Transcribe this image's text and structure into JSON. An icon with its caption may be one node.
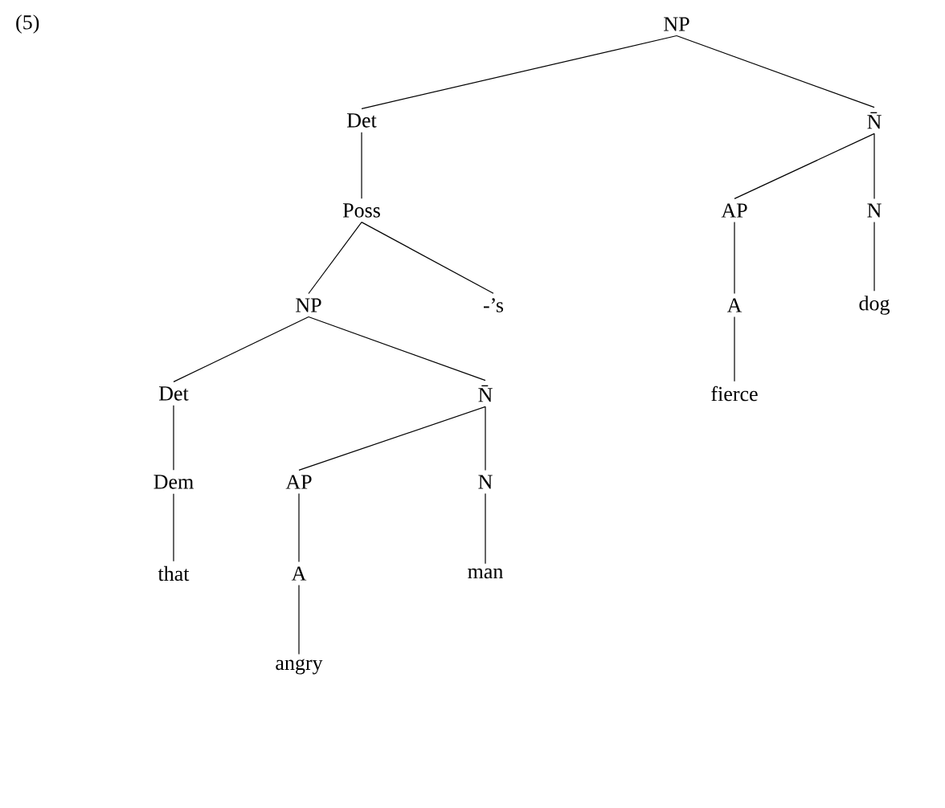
{
  "diagram": {
    "nodes": [
      {
        "text": [
          "NP"
        ]
      },
      {
        "text": [
          "Det"
        ]
      },
      {
        "text": [
          "N̄"
        ]
      },
      {
        "text": [
          "Poss"
        ]
      },
      {
        "text": [
          "AP"
        ]
      },
      {
        "text": [
          "N"
        ]
      },
      {
        "text": [
          "NP"
        ]
      },
      {
        "text": [
          "-’s"
        ]
      },
      {
        "text": [
          "A"
        ]
      },
      {
        "text": [
          "dog"
        ]
      },
      {
        "text": [
          "Det"
        ]
      },
      {
        "text": [
          "N̄"
        ]
      },
      {
        "text": [
          "fierce"
        ]
      },
      {
        "text": [
          "Dem"
        ]
      },
      {
        "text": [
          "AP"
        ]
      },
      {
        "text": [
          "N"
        ]
      },
      {
        "text": [
          "that"
        ]
      },
      {
        "text": [
          "A"
        ]
      },
      {
        "text": [
          "man"
        ]
      },
      {
        "text": [
          "angry"
        ]
      }
    ],
    "edges": [
      {
        "from": 0,
        "to": 1,
        "arrow": "none"
      },
      {
        "from": 0,
        "to": 2,
        "arrow": "none"
      },
      {
        "from": 1,
        "to": 3,
        "arrow": "none"
      },
      {
        "from": 2,
        "to": 4,
        "arrow": "none"
      },
      {
        "from": 2,
        "to": 5,
        "arrow": "none"
      },
      {
        "from": 3,
        "to": 6,
        "arrow": "none"
      },
      {
        "from": 3,
        "to": 7,
        "arrow": "none"
      },
      {
        "from": 4,
        "to": 8,
        "arrow": "none"
      },
      {
        "from": 5,
        "to": 9,
        "arrow": "none"
      },
      {
        "from": 6,
        "to": 10,
        "arrow": "none"
      },
      {
        "from": 6,
        "to": 11,
        "arrow": "none"
      },
      {
        "from": 8,
        "to": 12,
        "arrow": "none"
      },
      {
        "from": 10,
        "to": 13,
        "arrow": "none"
      },
      {
        "from": 11,
        "to": 14,
        "arrow": "none"
      },
      {
        "from": 11,
        "to": 15,
        "arrow": "none"
      },
      {
        "from": 13,
        "to": 16,
        "arrow": "none"
      },
      {
        "from": 14,
        "to": 17,
        "arrow": "none"
      },
      {
        "from": 15,
        "to": 18,
        "arrow": "none"
      },
      {
        "from": 17,
        "to": 19,
        "arrow": "none"
      }
    ],
    "labels": [
      "(5)"
    ]
  }
}
